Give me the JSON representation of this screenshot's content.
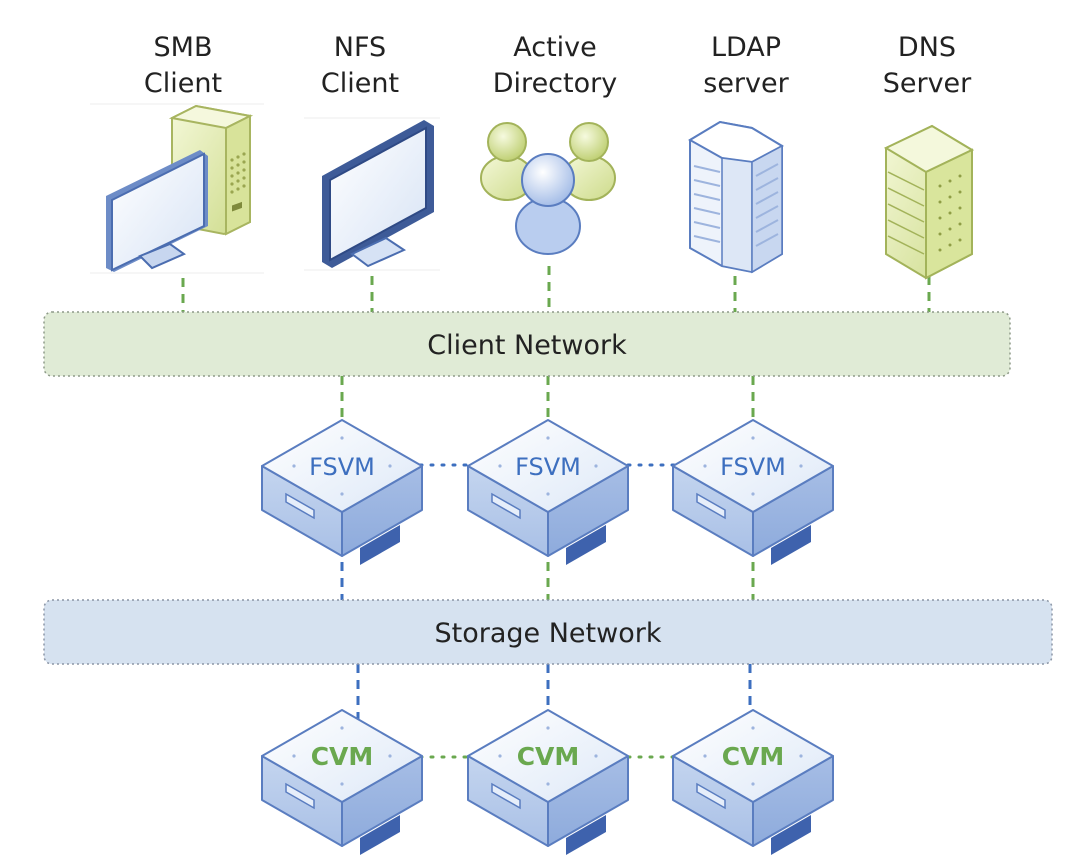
{
  "clients": [
    {
      "line1": "SMB",
      "line2": "Client",
      "icon": "monitor-with-tower-icon"
    },
    {
      "line1": "NFS",
      "line2": "Client",
      "icon": "monitor-icon"
    },
    {
      "line1": "Active",
      "line2": "Directory",
      "icon": "user-group-icon"
    },
    {
      "line1": "LDAP",
      "line2": "server",
      "icon": "server-building-icon"
    },
    {
      "line1": "DNS",
      "line2": "Server",
      "icon": "server-rack-icon"
    }
  ],
  "client_network": {
    "label": "Client Network",
    "color": "#e0ebd6",
    "border": "#8e9a88"
  },
  "storage_network": {
    "label": "Storage Network",
    "color": "#d6e2f0",
    "border": "#8b95a5"
  },
  "fsvm_nodes": [
    "FSVM",
    "FSVM",
    "FSVM"
  ],
  "cvm_nodes": [
    "CVM",
    "CVM",
    "CVM"
  ],
  "colors": {
    "green_link": "#6aa84f",
    "blue_link": "#3d6fbf",
    "fsvm_text": "#3d6fbf",
    "cvm_text": "#6aa84f"
  }
}
